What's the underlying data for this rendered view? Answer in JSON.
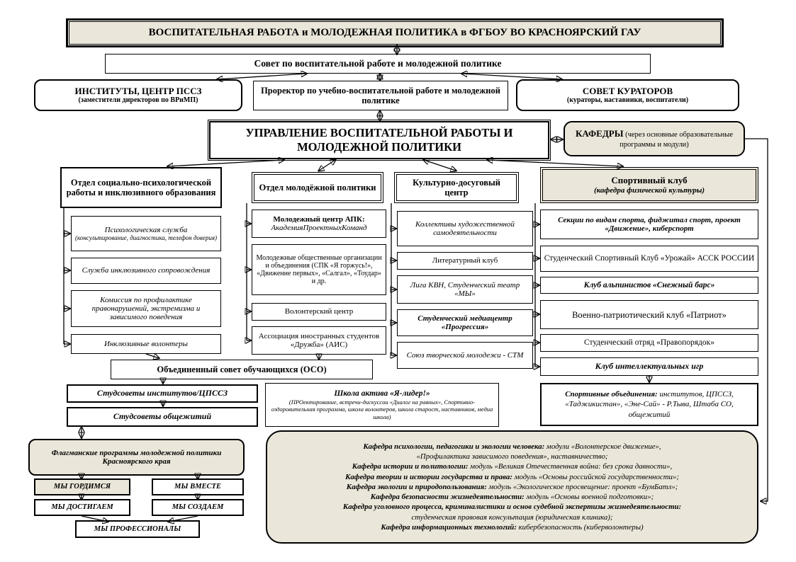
{
  "colors": {
    "accent_beige": "#eae6d9",
    "border": "#000000"
  },
  "top": {
    "title": "ВОСПИТАТЕЛЬНАЯ РАБОТА и МОЛОДЕЖНАЯ ПОЛИТИКА в ФГБОУ ВО КРАСНОЯРСКИЙ ГАУ",
    "council": "Совет по воспитательной работе и молодежной политике",
    "institutes": {
      "title": "ИНСТИТУТЫ, ЦЕНТР ПССЗ",
      "subtitle": "(заместители директоров по ВРиМП)"
    },
    "prorector": "Проректор по учебно-воспитательной работе и молодежной политике",
    "curators": {
      "title": "СОВЕТ КУРАТОРОВ",
      "subtitle": "(кураторы, наставники, воспитатели)"
    },
    "management": "УПРАВЛЕНИЕ ВОСПИТАТЕЛЬНОЙ РАБОТЫ И МОЛОДЕЖНОЙ ПОЛИТИКИ",
    "departments": {
      "title": "КАФЕДРЫ",
      "subtitle": "(через основные образовательные программы и модули)"
    }
  },
  "col_social": {
    "header": "Отдел социально-психологической работы и инклюзивного образования",
    "items": [
      {
        "text": "Психологическая служба",
        "sub": "(консультирование, диагностика, телефон доверия)"
      },
      {
        "text": "Служба инклюзивного сопровождения",
        "sub": ""
      },
      {
        "text": "Комиссия по профилактике правонарушений, экстремизма и зависимого поведения",
        "sub": ""
      },
      {
        "text": "Инклюзивные волонтеры",
        "sub": ""
      }
    ]
  },
  "col_youth": {
    "header": "Отдел молодёжной политики",
    "items": [
      {
        "text": "Молодежный центр АПК:",
        "sub": "АкадемияПроектныхКоманд"
      },
      {
        "text": "Молодежные общественные организации и объединения (СПК «Я горжусь!», «Движение первых», «Салгал», «Тоудар» и др.",
        "sub": ""
      },
      {
        "text": "Волонтерский центр",
        "sub": ""
      },
      {
        "text": "Ассоциация иностранных студентов «Дружба» (АИС)",
        "sub": ""
      }
    ]
  },
  "col_culture": {
    "header": "Культурно-досуговый центр",
    "items": [
      {
        "text": "Коллективы художественной самодеятельности"
      },
      {
        "text": "Литературный клуб"
      },
      {
        "text": "Лига КВН, Студенческий театр «МЫ»"
      },
      {
        "text": "Студенческий медиацентр «Прогрессия»"
      },
      {
        "text": "Союз творческой молодежи - СТМ"
      }
    ]
  },
  "col_sport": {
    "header": "Спортивный клуб",
    "sub": "(кафедра физической культуры)",
    "items": [
      {
        "text": "Секции по видам спорта, фиджитал спорт, проект «Движение», киберспорт"
      },
      {
        "text": "Студенческий Спортивный Клуб «Урожай» АССК РОССИИ"
      },
      {
        "text": "Клуб альпинистов «Снежный барс»"
      },
      {
        "text": "Военно-патриотический клуб «Патриот»"
      },
      {
        "text": "Студенческий отряд «Правопорядок»"
      },
      {
        "text": "Клуб интеллектуальных игр"
      }
    ]
  },
  "oso": {
    "label": "Объединенный совет обучающихся (ОСО)",
    "studsovet1": "Студсоветы институтов/ЦПССЗ",
    "studsovet2": "Студсоветы общежитий"
  },
  "school": {
    "title": "Школа актива «Я-лидер!»",
    "sub": "(ПРОектирование, встречи-дискуссии «Диалог на равных», Спортивно-оздоровительная программа, школа волонтеров, школа старост, наставников, медиа школа)"
  },
  "sport_assoc": {
    "lead": "Спортивные объединения:",
    "rest": " институтов, ЦПССЗ, «Таджикистан», «Эне-Сай» - Р.Тыва, Штаба СО, общежитий"
  },
  "flagman": {
    "title": "Флагманские программы молодежной политики Красноярского края",
    "we": [
      "МЫ ГОРДИМСЯ",
      "МЫ ВМЕСТЕ",
      "МЫ ДОСТИГАЕМ",
      "МЫ СОЗДАЕМ",
      "МЫ ПРОФЕССИОНАЛЫ"
    ]
  },
  "kafedra_detail": {
    "lines": [
      {
        "name": "Кафедра психологии, педагогики и экологии человека:",
        "rest": " модули «Волонтерское движение»,"
      },
      {
        "name": "",
        "rest": "«Профилактика зависимого поведения», наставничество;"
      },
      {
        "name": "Кафедра истории и политологии:",
        "rest": " модуль «Великая Отечественная война: без срока давности»,"
      },
      {
        "name": "Кафедра теории и истории государства и права:",
        "rest": " модуль «Основы российской государственности»;"
      },
      {
        "name": "Кафедра экологии и природопользования:",
        "rest": " модуль «Экологическое просвещение: проект «БумБатл»;"
      },
      {
        "name": "Кафедра безопасности жизнедеятельности:",
        "rest": " модуль «Основы военной подготовки»;"
      },
      {
        "name": "Кафедра уголовного процесса, криминалистики и основ судебной экспертизы жизнедеятельности:",
        "rest": ""
      },
      {
        "name": "",
        "rest": "студенческая правовая консультация (юридическая клиника);"
      },
      {
        "name": "Кафедра информационных технологий:",
        "rest": " кибербезопасность (киберволонтеры)"
      }
    ]
  }
}
